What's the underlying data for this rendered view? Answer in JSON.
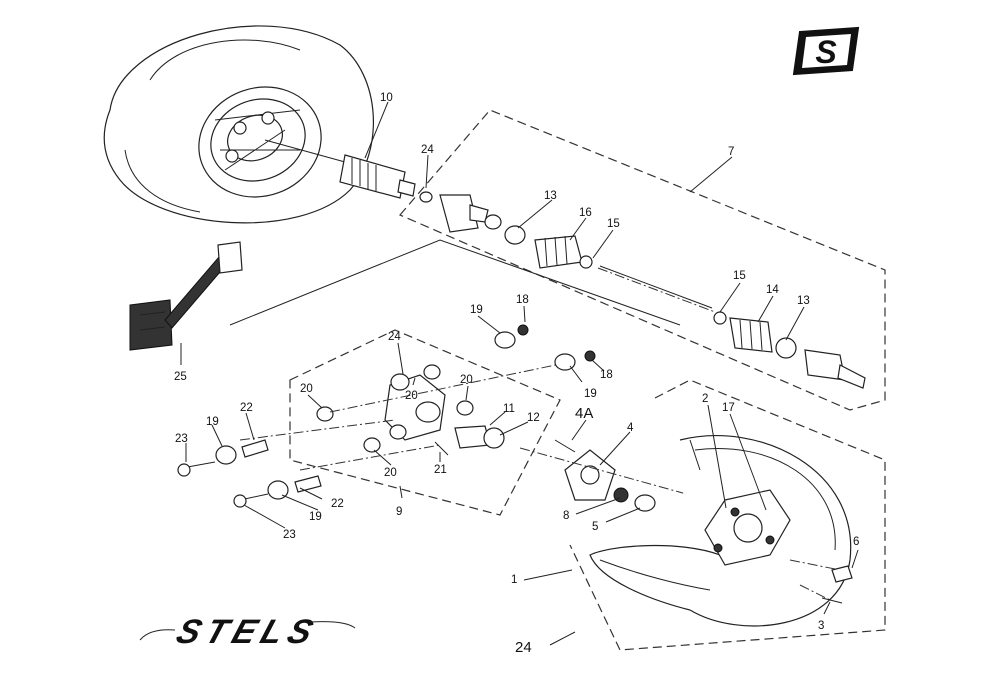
{
  "brand": {
    "badge_letter": "S",
    "wordmark": "STELS"
  },
  "labels": {
    "l1": "1",
    "l2": "2",
    "l3": "3",
    "l4": "4",
    "l4a": "4A",
    "l5": "5",
    "l6": "6",
    "l7": "7",
    "l8": "8",
    "l9": "9",
    "l10": "10",
    "l11": "11",
    "l12": "12",
    "l13a": "13",
    "l13b": "13",
    "l14": "14",
    "l15a": "15",
    "l15b": "15",
    "l16": "16",
    "l17": "17",
    "l18a": "18",
    "l18b": "18",
    "l19a": "19",
    "l19b": "19",
    "l19c": "19",
    "l19d": "19",
    "l20a": "20",
    "l20b": "20",
    "l20c": "20",
    "l20d": "20",
    "l21": "21",
    "l22a": "22",
    "l22b": "22",
    "l23a": "23",
    "l23b": "23",
    "l24a": "24",
    "l24b": "24",
    "l24c": "24",
    "l25": "25"
  },
  "colors": {
    "ink": "#111111",
    "background": "#ffffff"
  }
}
